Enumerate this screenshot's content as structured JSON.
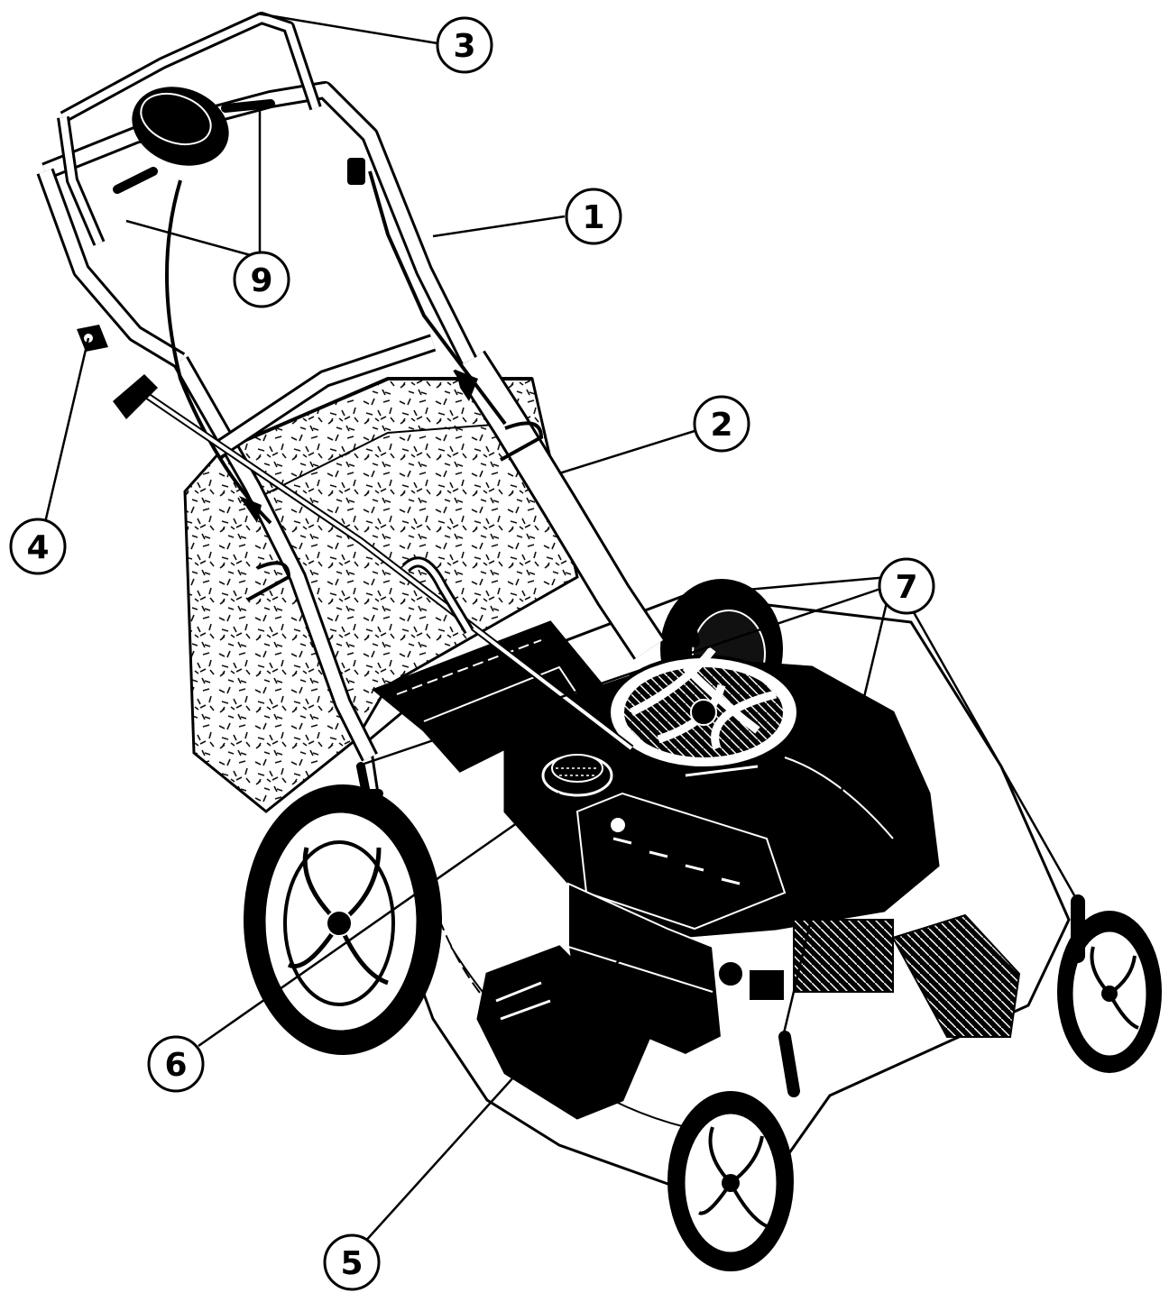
{
  "colors": {
    "ink": "#000000",
    "paper": "#ffffff",
    "bag_texture": "#111111"
  },
  "callouts": [
    {
      "id": "c1",
      "label": "1"
    },
    {
      "id": "c2",
      "label": "2"
    },
    {
      "id": "c3",
      "label": "3"
    },
    {
      "id": "c4",
      "label": "4"
    },
    {
      "id": "c5",
      "label": "5"
    },
    {
      "id": "c6",
      "label": "6"
    },
    {
      "id": "c7",
      "label": "7"
    },
    {
      "id": "c9",
      "label": "9"
    }
  ]
}
